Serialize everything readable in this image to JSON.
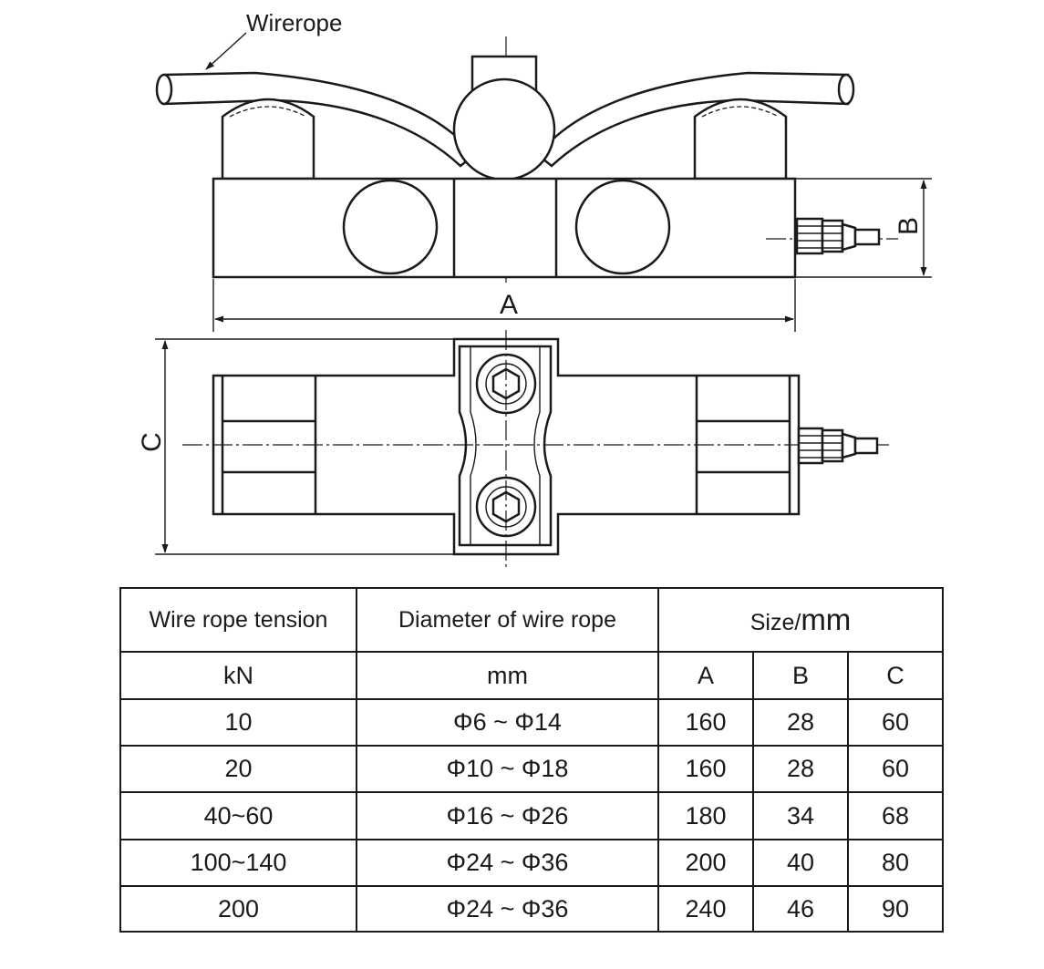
{
  "drawing": {
    "wirerope_label": "Wirerope",
    "dim_a": "A",
    "dim_b": "B",
    "dim_c": "C"
  },
  "table": {
    "header": {
      "tension": "Wire rope tension",
      "diameter": "Diameter of wire rope",
      "size_prefix": "Size/",
      "size_unit": "mm"
    },
    "units": {
      "tension": "kN",
      "diameter": "mm",
      "a": "A",
      "b": "B",
      "c": "C"
    },
    "rows": [
      {
        "tension": "10",
        "diameter": "Φ6 ~ Φ14",
        "a": "160",
        "b": "28",
        "c": "60"
      },
      {
        "tension": "20",
        "diameter": "Φ10 ~ Φ18",
        "a": "160",
        "b": "28",
        "c": "60"
      },
      {
        "tension": "40~60",
        "diameter": "Φ16 ~ Φ26",
        "a": "180",
        "b": "34",
        "c": "68"
      },
      {
        "tension": "100~140",
        "diameter": "Φ24 ~ Φ36",
        "a": "200",
        "b": "40",
        "c": "80"
      },
      {
        "tension": "200",
        "diameter": "Φ24 ~ Φ36",
        "a": "240",
        "b": "46",
        "c": "90"
      }
    ]
  }
}
